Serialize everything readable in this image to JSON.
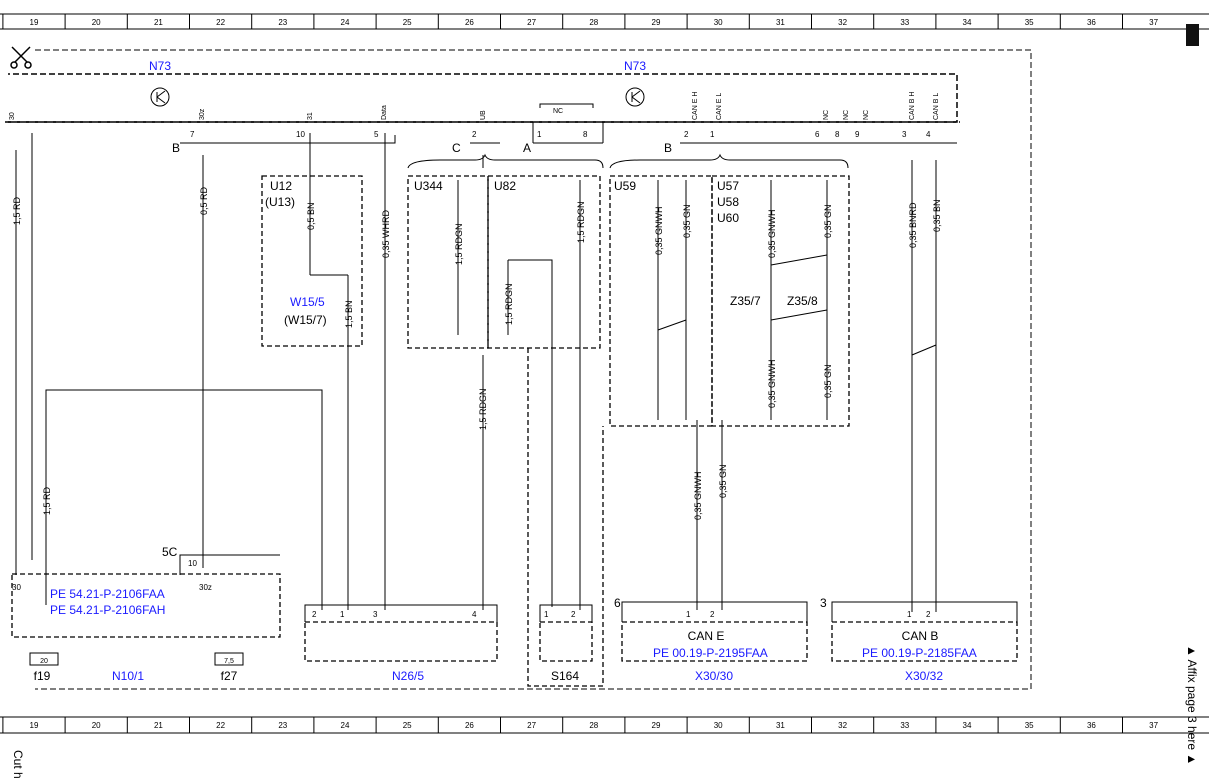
{
  "ruler": {
    "columns": [
      "19",
      "20",
      "21",
      "22",
      "23",
      "24",
      "25",
      "26",
      "27",
      "28",
      "29",
      "30",
      "31",
      "32",
      "33",
      "34",
      "35",
      "36",
      "37"
    ]
  },
  "margin": {
    "cut_here": "Cut here",
    "affix_page": "▲ Affix page 3 here ▲"
  },
  "components": {
    "n73_left": "N73",
    "n73_right": "N73",
    "u12": "U12",
    "u13": "(U13)",
    "w15_5": "W15/5",
    "w15_7": "(W15/7)",
    "u344": "U344",
    "u82": "U82",
    "u59": "U59",
    "u57": "U57",
    "u58": "U58",
    "u60": "U60",
    "z35_7": "Z35/7",
    "z35_8": "Z35/8",
    "n10_1": "N10/1",
    "f19": "f19",
    "f27": "f27",
    "n26_5": "N26/5",
    "s164": "S164",
    "x30_30": "X30/30",
    "x30_32": "X30/32",
    "can_e": "CAN E",
    "can_b": "CAN B"
  },
  "connectors": {
    "b1": "B",
    "c": "C",
    "a": "A",
    "b2": "B",
    "five_c": "5C",
    "six": "6",
    "three": "3"
  },
  "pins": {
    "p30": "30",
    "p7": "7",
    "p30z": "30z",
    "p10": "10",
    "p31": "31",
    "p5": "5",
    "pdata": "Data",
    "p2": "2",
    "pub": "UB",
    "p1": "1",
    "p8": "8",
    "pnc": "NC",
    "pcaneh": "CAN E H",
    "pcanel": "CAN E L",
    "p6": "6",
    "p9": "9",
    "pcanbh": "CAN B H",
    "pcanbl": "CAN B L",
    "p3": "3",
    "p4": "4"
  },
  "wires": {
    "w1": "1,5 RD",
    "w2": "0,5 RD",
    "w3": "0,5 BN",
    "w4": "0,35 WHRD",
    "w5": "1,5 RDGN",
    "w6": "1,5 BN",
    "w7": "0,35 GNWH",
    "w8": "0,35 GN",
    "w9": "0,35 BNRD",
    "w10": "0,35 BN"
  },
  "fuses": {
    "f19_val": "20",
    "f27_val": "7,5"
  },
  "refs": {
    "pe1": "PE 54.21-P-2106FAA",
    "pe2": "PE 54.21-P-2106FAH",
    "pe3": "PE 00.19-P-2195FAA",
    "pe4": "PE 00.19-P-2185FAA"
  },
  "colors": {
    "accent": "#1a1aff",
    "line": "#000000"
  }
}
